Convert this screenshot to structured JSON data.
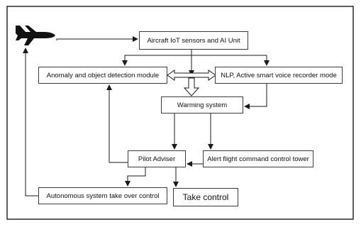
{
  "diagram": {
    "nodes": {
      "sensors": "Aircraft IoT sensors and AI Unit",
      "anomaly": "Anomaly and object detection module",
      "nlp": "NLP, Active smart voice recorder mode",
      "warning": "Warming system",
      "pilot": "Pilot Adviser",
      "alert": "Alert flight command control tower",
      "autonomous": "Autonomous system take over control",
      "take_control": "Take control"
    },
    "icons": [
      "airplane-icon"
    ],
    "edges": [
      {
        "from": "airplane",
        "to": "sensors"
      },
      {
        "from": "sensors",
        "to": "anomaly"
      },
      {
        "from": "sensors",
        "to": "nlp"
      },
      {
        "from": "sensors",
        "to": "warning"
      },
      {
        "from": "anomaly",
        "to": "nlp",
        "style": "bidirectional-outline"
      },
      {
        "from": "nlp",
        "to": "warning"
      },
      {
        "from": "warning",
        "to": "pilot"
      },
      {
        "from": "warning",
        "to": "alert"
      },
      {
        "from": "alert",
        "to": "pilot"
      },
      {
        "from": "pilot",
        "to": "anomaly"
      },
      {
        "from": "pilot",
        "to": "autonomous"
      },
      {
        "from": "pilot",
        "to": "take_control"
      },
      {
        "from": "autonomous",
        "to": "airplane"
      }
    ],
    "colors": {
      "stroke": "#1a1a1a",
      "text": "#111111",
      "background": "#ffffff"
    }
  }
}
